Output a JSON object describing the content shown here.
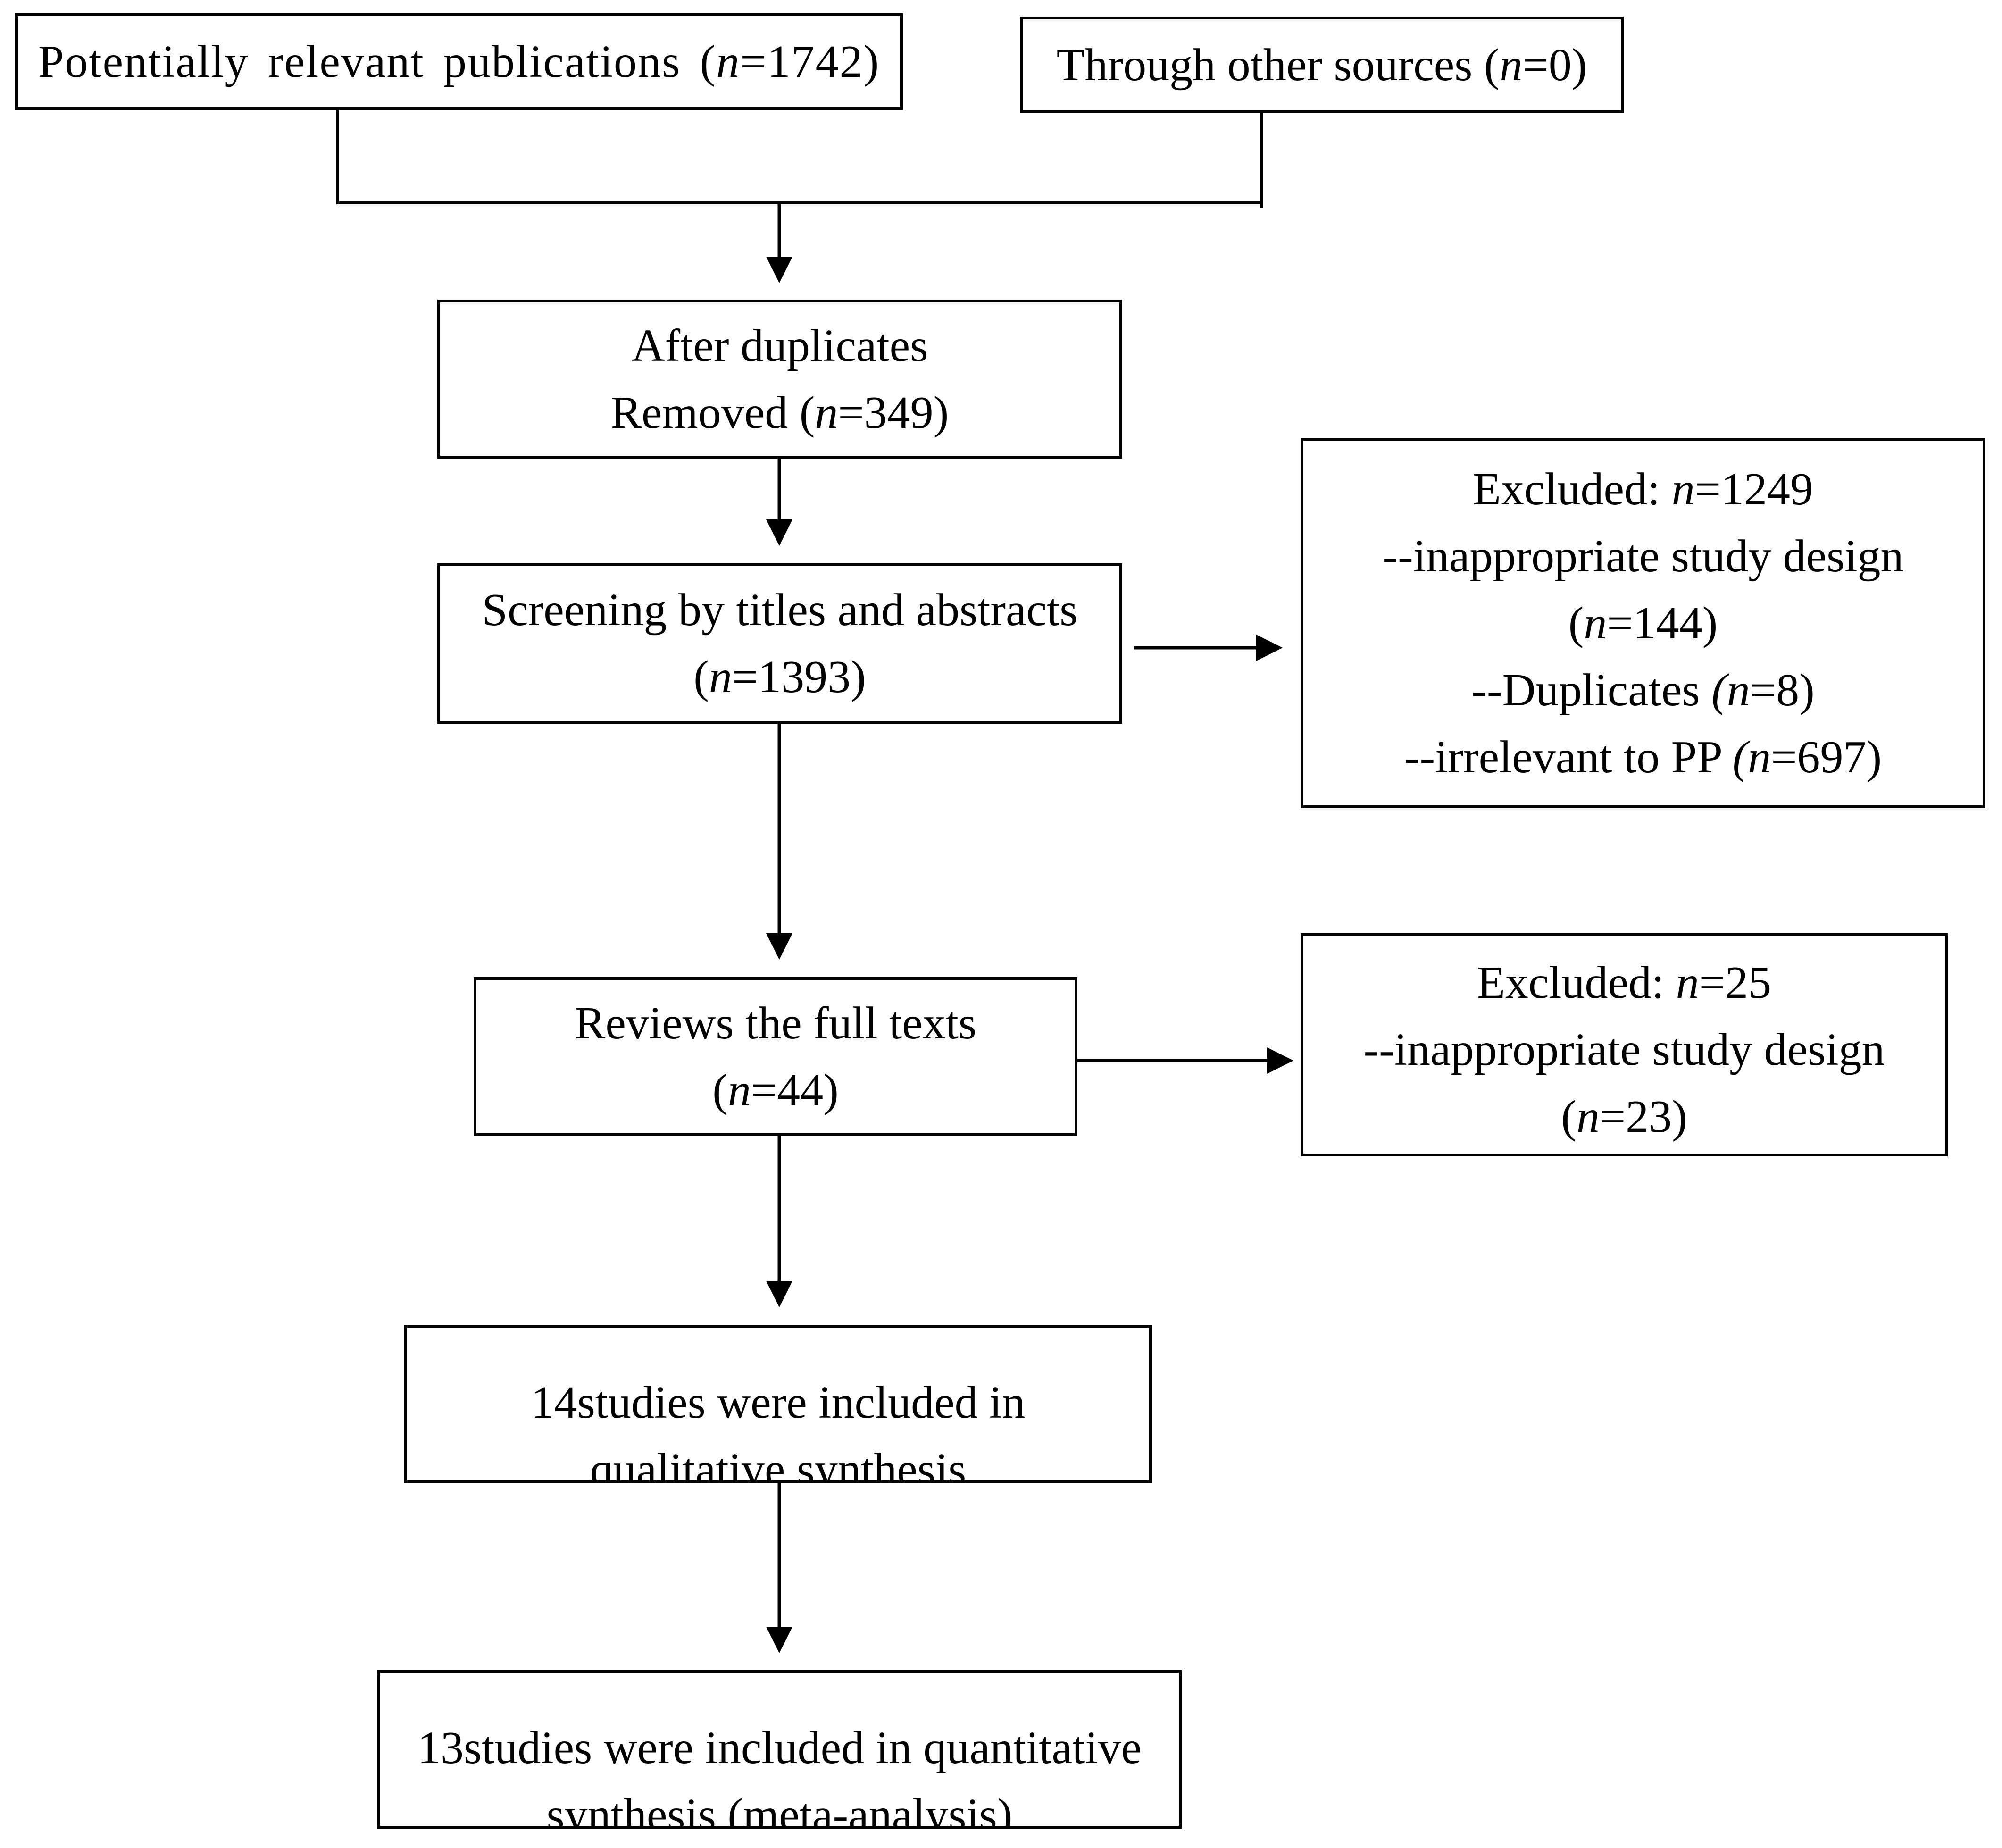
{
  "diagram": {
    "sources": {
      "database": {
        "label": "Potentially  relevant  publications",
        "count_prefix": "(",
        "n_symbol": "n",
        "count_value": "=1742)"
      },
      "other": {
        "label": "Through other sources",
        "count_prefix": "(",
        "n_symbol": "n",
        "count_value": "=0)"
      }
    },
    "duplicates_removed": {
      "line1": "After duplicates",
      "line2_label": "Removed (",
      "n_symbol": "n",
      "line2_value": "=349)"
    },
    "screening": {
      "line1": "Screening by titles and abstracts",
      "line2_prefix": "(",
      "n_symbol": "n",
      "line2_value": "=1393)"
    },
    "excluded_screening": {
      "title_label": "Excluded: ",
      "n_symbol": "n",
      "title_value": "=1249",
      "reasons": [
        {
          "label": "--inappropriate study design",
          "count_prefix": "(",
          "n_symbol": "n",
          "count_value": "=144)"
        },
        {
          "label": "--Duplicates ",
          "count_prefix": "(",
          "n_symbol": "n",
          "count_value": "=8)"
        },
        {
          "label": "--irrelevant to PP ",
          "count_prefix": "(",
          "n_symbol": "n",
          "count_value": "=697)"
        }
      ]
    },
    "full_text": {
      "line1": "Reviews the full texts",
      "line2_prefix": "(",
      "n_symbol": "n",
      "line2_value": "=44)"
    },
    "excluded_full_text": {
      "title_label": "Excluded: ",
      "n_symbol": "n",
      "title_value": "=25",
      "reasons": [
        {
          "label": "--inappropriate study design",
          "count_prefix": "(",
          "n_symbol": "n",
          "count_value": "=23)"
        }
      ]
    },
    "qualitative": {
      "line1": "14studies were included in",
      "line2": "qualitative synthesis"
    },
    "quantitative": {
      "line1": "13studies were included in quantitative",
      "line2": "synthesis (meta-analysis)"
    }
  }
}
